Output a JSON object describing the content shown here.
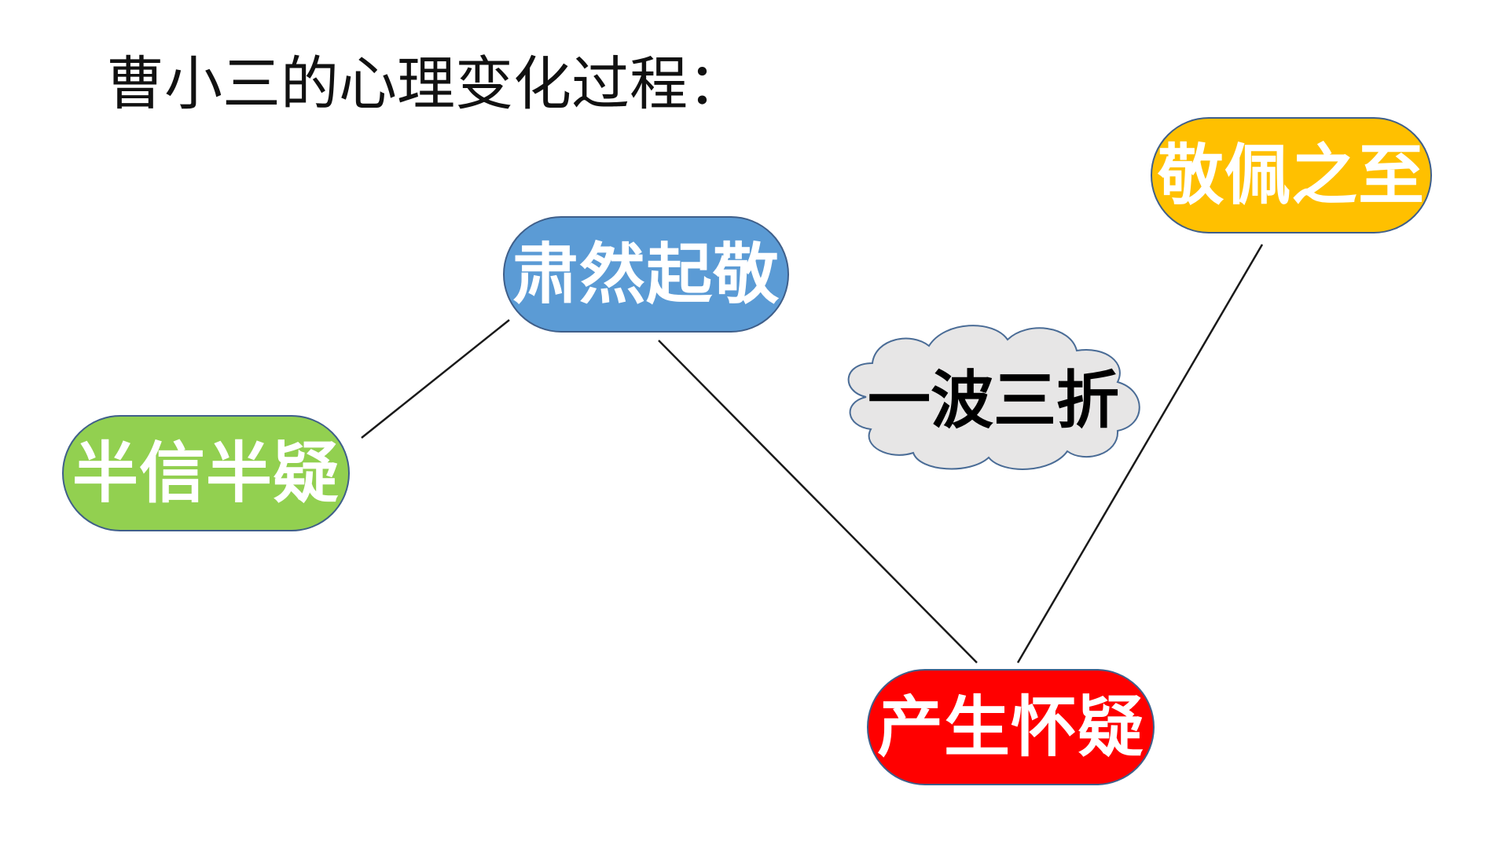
{
  "title": "曹小三的心理变化过程：",
  "nodes": [
    {
      "label": "半信半疑",
      "color": "#92d050"
    },
    {
      "label": "肃然起敬",
      "color": "#5b9bd5"
    },
    {
      "label": "产生怀疑",
      "color": "#ff0000"
    },
    {
      "label": "敬佩之至",
      "color": "#ffc000"
    }
  ],
  "cloud": {
    "label": "一波三折",
    "fill": "#e7e6e6",
    "stroke": "#4a6c96"
  },
  "node_border": "#3f5f8a",
  "line_color": "#1a1a1a"
}
